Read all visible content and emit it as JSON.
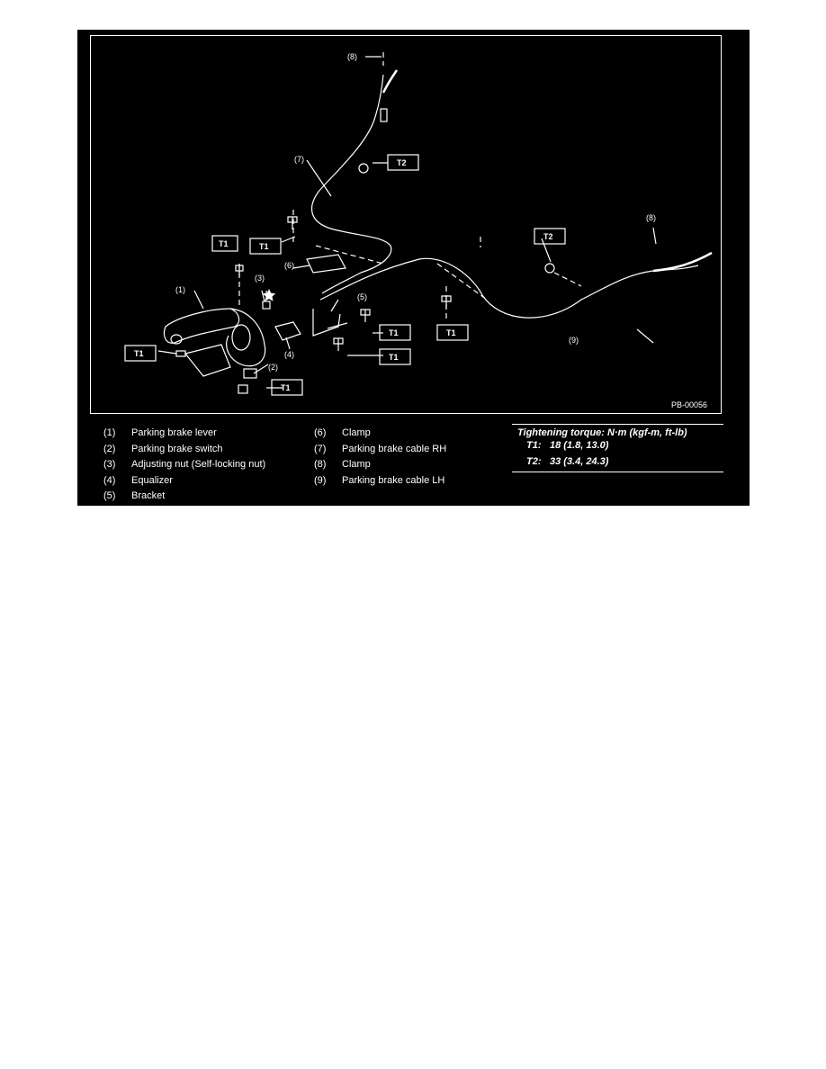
{
  "figure_id": "PB-00056",
  "callouts": {
    "c1": "(1)",
    "c2": "(2)",
    "c3": "(3)",
    "c4": "(4)",
    "c5": "(5)",
    "c6": "(6)",
    "c7": "(7)",
    "c8a": "(8)",
    "c8b": "(8)",
    "c9": "(9)"
  },
  "torque_boxes": {
    "t1": "T1",
    "t2": "T1",
    "t3": "T1",
    "t4": "T1",
    "t5": "T1",
    "t6": "T1",
    "t7": "T2",
    "t8": "T2"
  },
  "legend": {
    "col1": [
      {
        "num": "(1)",
        "label": "Parking brake lever"
      },
      {
        "num": "(2)",
        "label": "Parking brake switch"
      },
      {
        "num": "(3)",
        "label": "Adjusting nut (Self-locking nut)"
      },
      {
        "num": "(4)",
        "label": "Equalizer"
      },
      {
        "num": "(5)",
        "label": "Bracket"
      }
    ],
    "col2": [
      {
        "num": "(6)",
        "label": "Clamp"
      },
      {
        "num": "(7)",
        "label": "Parking brake cable RH"
      },
      {
        "num": "(8)",
        "label": "Clamp"
      },
      {
        "num": "(9)",
        "label": "Parking brake cable LH"
      }
    ]
  },
  "torque": {
    "title": "Tightening torque: N·m (kgf-m, ft-lb)",
    "rows": [
      {
        "key": "T1:",
        "value": "18 (1.8, 13.0)"
      },
      {
        "key": "T2:",
        "value": "33 (3.4, 24.3)"
      }
    ]
  },
  "colors": {
    "background": "#000000",
    "line": "#ffffff",
    "page": "#ffffff"
  }
}
